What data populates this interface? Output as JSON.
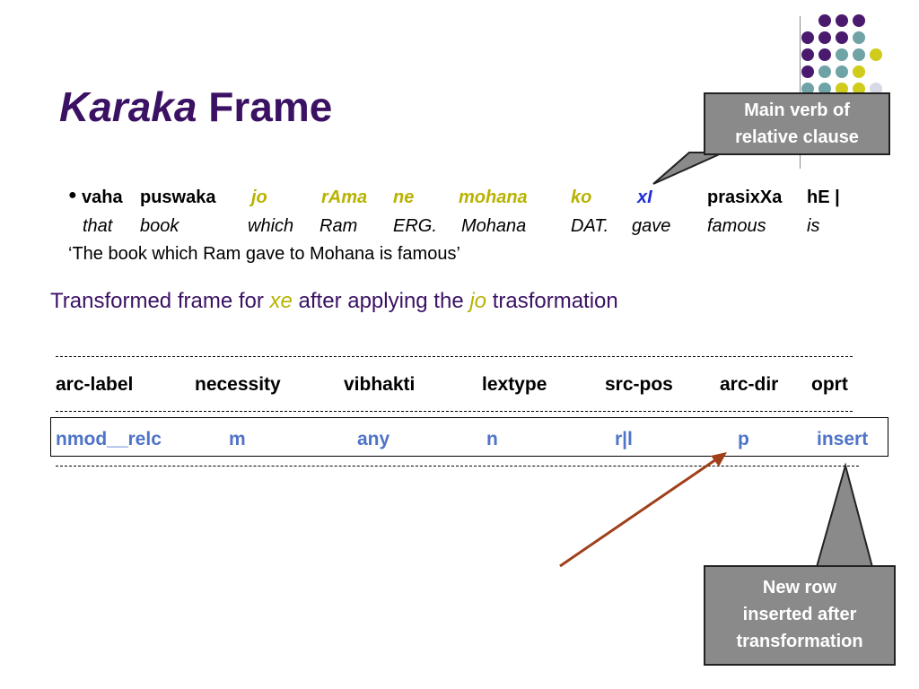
{
  "title": {
    "italic": "Karaka",
    "rest": "Frame"
  },
  "callouts": {
    "main_verb": [
      "Main verb of",
      "relative clause"
    ],
    "new_row": [
      "New row",
      "inserted after",
      "transformation"
    ]
  },
  "example": {
    "bullet": "●",
    "words": [
      {
        "text": "vaha",
        "style": "bold"
      },
      {
        "text": "puswaka",
        "style": "bold"
      },
      {
        "text": "jo",
        "style": "gold"
      },
      {
        "text": "rAma",
        "style": "gold"
      },
      {
        "text": "ne",
        "style": "gold"
      },
      {
        "text": "mohana",
        "style": "gold"
      },
      {
        "text": "ko",
        "style": "gold"
      },
      {
        "text": "xI",
        "style": "blue"
      },
      {
        "text": "prasixXa",
        "style": "bold"
      },
      {
        "text": "hE |",
        "style": "bold"
      }
    ],
    "gloss": [
      "that",
      "book",
      "which",
      "Ram",
      "ERG.",
      "Mohana",
      "DAT.",
      "gave",
      "famous",
      "is"
    ],
    "translation": "‘The book which Ram gave to Mohana is famous’"
  },
  "subheading": {
    "part1": "Transformed frame for ",
    "xe": "xe",
    "part2": " after applying the ",
    "jo": "jo",
    "part3": " trasformation"
  },
  "table": {
    "headers": [
      "arc-label",
      "necessity",
      "vibhakti",
      "lextype",
      "src-pos",
      "arc-dir",
      "oprt"
    ],
    "row": [
      "nmod__relc",
      "m",
      "any",
      "n",
      "r|l",
      "p",
      "insert"
    ]
  },
  "colors": {
    "title": "#3b1164",
    "gold": "#b8b300",
    "blue": "#1f2fd4",
    "row_text": "#4f73c8",
    "callout_bg": "#8a8a8a",
    "arrow": "#a0401a",
    "dot_purple": "#4a1a6e",
    "dot_teal": "#6fa3a6",
    "dot_yellow": "#cfcc1c",
    "dot_light": "#d8d8e6"
  }
}
